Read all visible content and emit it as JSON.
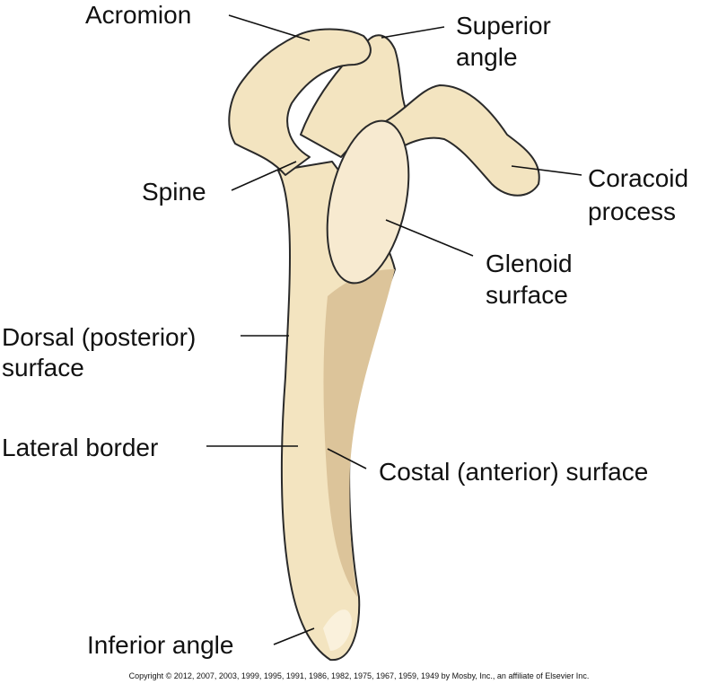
{
  "labels": {
    "acromion": "Acromion",
    "superior_angle": [
      "Superior",
      "angle"
    ],
    "coracoid_process": [
      "Coracoid",
      "process"
    ],
    "spine": "Spine",
    "glenoid_surface": [
      "Glenoid",
      "surface"
    ],
    "dorsal_surface": [
      "Dorsal (posterior)",
      "surface"
    ],
    "lateral_border": "Lateral border",
    "costal_surface": "Costal (anterior) surface",
    "inferior_angle": "Inferior angle"
  },
  "copyright": "Copyright © 2012, 2007, 2003, 1999, 1995, 1991, 1986, 1982, 1975, 1967, 1959, 1949 by Mosby, Inc., an affiliate of Elsevier Inc.",
  "colors": {
    "bone": "#f3e4c0",
    "shade": "#d9c196",
    "outline": "#2a2a2a"
  }
}
